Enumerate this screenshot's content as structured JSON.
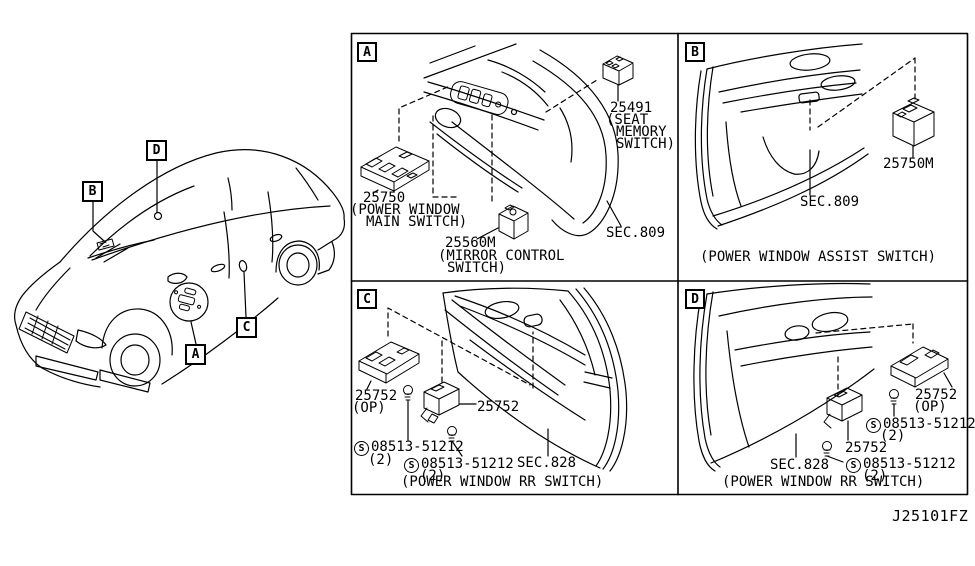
{
  "doc_code": "J25101FZ",
  "car": {
    "label_a": "A",
    "label_b": "B",
    "label_c": "C",
    "label_d": "D"
  },
  "panel_a": {
    "tag": "A",
    "part_main_num": "25750",
    "part_main_name_l1": "(POWER WINDOW",
    "part_main_name_l2": "MAIN SWITCH)",
    "part_mirror_num": "25560M",
    "part_mirror_name_l1": "(MIRROR CONTROL",
    "part_mirror_name_l2": "SWITCH)",
    "part_memory_num": "25491",
    "part_memory_name_l1": "(SEAT",
    "part_memory_name_l2": "MEMORY",
    "part_memory_name_l3": "SWITCH)",
    "section": "SEC.809"
  },
  "panel_b": {
    "tag": "B",
    "part_assist_num": "25750M",
    "section": "SEC.809",
    "caption": "(POWER WINDOW ASSIST SWITCH)"
  },
  "panel_c": {
    "tag": "C",
    "part_op_num": "25752",
    "part_op_suffix": "(OP)",
    "part_rr_num": "25752",
    "screw_symbol": "S",
    "screw1_num": "08513-51212",
    "screw1_qty": "(2)",
    "screw2_num": "08513-51212",
    "screw2_qty": "(2)",
    "section": "SEC.828",
    "caption": "(POWER WINDOW RR SWITCH)"
  },
  "panel_d": {
    "tag": "D",
    "part_op_num": "25752",
    "part_op_suffix": "(OP)",
    "part_rr_num": "25752",
    "screw_symbol": "S",
    "screw1_num": "08513-51212",
    "screw1_qty": "(2)",
    "screw2_num": "08513-51212",
    "screw2_qty": "(2)",
    "section": "SEC.828",
    "caption": "(POWER WINDOW RR SWITCH)"
  }
}
